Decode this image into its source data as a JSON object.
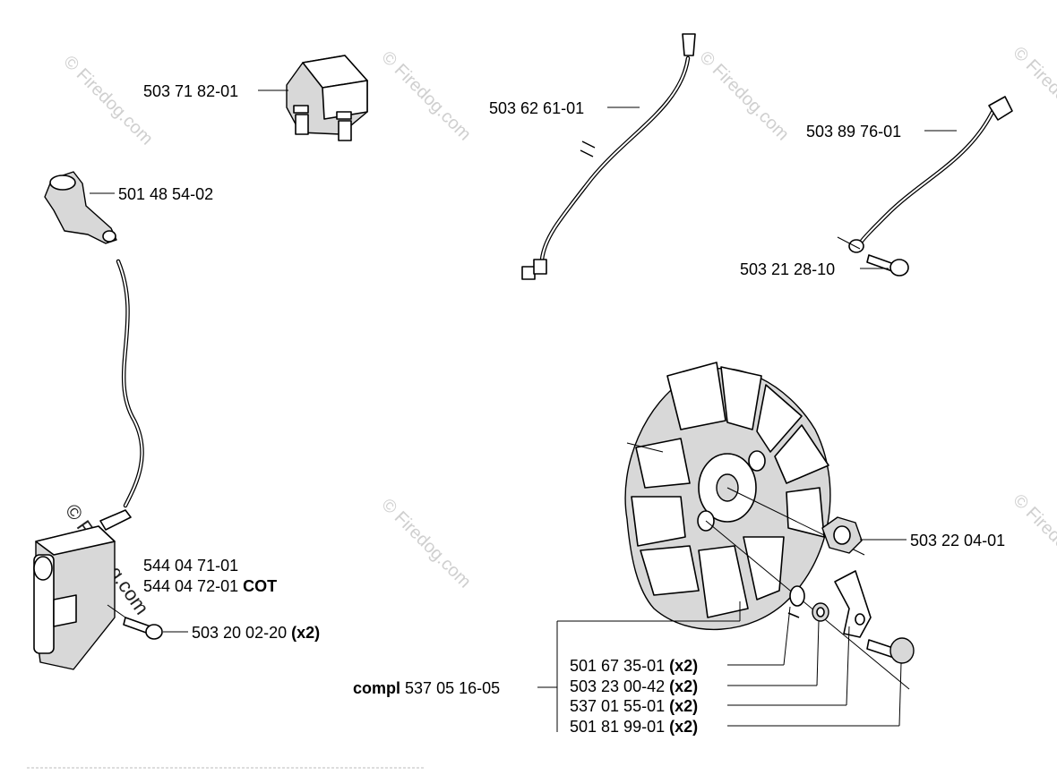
{
  "watermark": "© Firedog.com",
  "labels": {
    "switch": "503 71 82-01",
    "boot": "501 48 54-02",
    "cable_a": "503 62 61-01",
    "cable_b": "503 89 76-01",
    "screw_cable": "503 21 28-10",
    "coil_1": "544 04 71-01",
    "coil_2": "544 04 72-01",
    "coil_2_suffix": "COT",
    "coil_screw": "503 20 02-20",
    "coil_screw_qty": "(x2)",
    "nut": "503 22 04-01",
    "compl_prefix": "compl",
    "compl": "537 05 16-05",
    "kit_1": "501 67 35-01",
    "kit_2": "503 23 00-42",
    "kit_3": "537 01 55-01",
    "kit_4": "501 81 99-01",
    "kit_qty": "(x2)"
  }
}
